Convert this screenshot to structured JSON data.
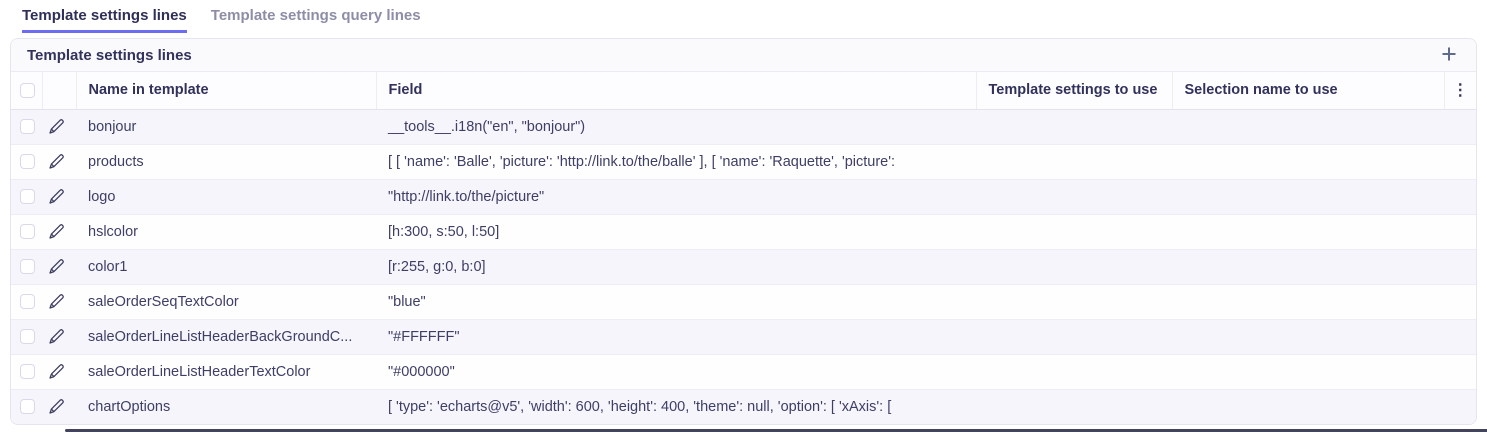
{
  "tabs": [
    {
      "label": "Template settings lines",
      "active": true
    },
    {
      "label": "Template settings query lines",
      "active": false
    }
  ],
  "panel": {
    "title": "Template settings lines"
  },
  "icons": {
    "plus": "+",
    "kebab": "⋮",
    "pencil": "pencil-icon"
  },
  "table": {
    "columns": {
      "name": "Name in template",
      "field": "Field",
      "template_settings": "Template settings to use",
      "selection_name": "Selection name to use"
    },
    "rows": [
      {
        "name": "bonjour",
        "field": "__tools__.i18n(\"en\", \"bonjour\")",
        "template_settings": "",
        "selection_name": ""
      },
      {
        "name": "products",
        "field": "[ [ 'name': 'Balle', 'picture': 'http://link.to/the/balle' ], [ 'name': 'Raquette', 'picture':",
        "template_settings": "",
        "selection_name": ""
      },
      {
        "name": "logo",
        "field": "\"http://link.to/the/picture\"",
        "template_settings": "",
        "selection_name": ""
      },
      {
        "name": "hslcolor",
        "field": "[h:300, s:50, l:50]",
        "template_settings": "",
        "selection_name": ""
      },
      {
        "name": "color1",
        "field": "[r:255, g:0, b:0]",
        "template_settings": "",
        "selection_name": ""
      },
      {
        "name": "saleOrderSeqTextColor",
        "field": "\"blue\"",
        "template_settings": "",
        "selection_name": ""
      },
      {
        "name": "saleOrderLineListHeaderBackGroundC...",
        "field": "\"#FFFFFF\"",
        "template_settings": "",
        "selection_name": ""
      },
      {
        "name": "saleOrderLineListHeaderTextColor",
        "field": "\"#000000\"",
        "template_settings": "",
        "selection_name": ""
      },
      {
        "name": "chartOptions",
        "field": "[ 'type': 'echarts@v5', 'width': 600, 'height': 400, 'theme': null, 'option': [ 'xAxis': [",
        "template_settings": "",
        "selection_name": ""
      }
    ]
  },
  "colors": {
    "accent_underline": "#6c6cf0",
    "active_tab_text": "#2f2f58",
    "inactive_tab_text": "#8d8da8",
    "header_text": "#31315c",
    "row_stripe": "#f5f5fb",
    "panel_border": "#e5e5f0",
    "scrollbar": "#42445c"
  }
}
